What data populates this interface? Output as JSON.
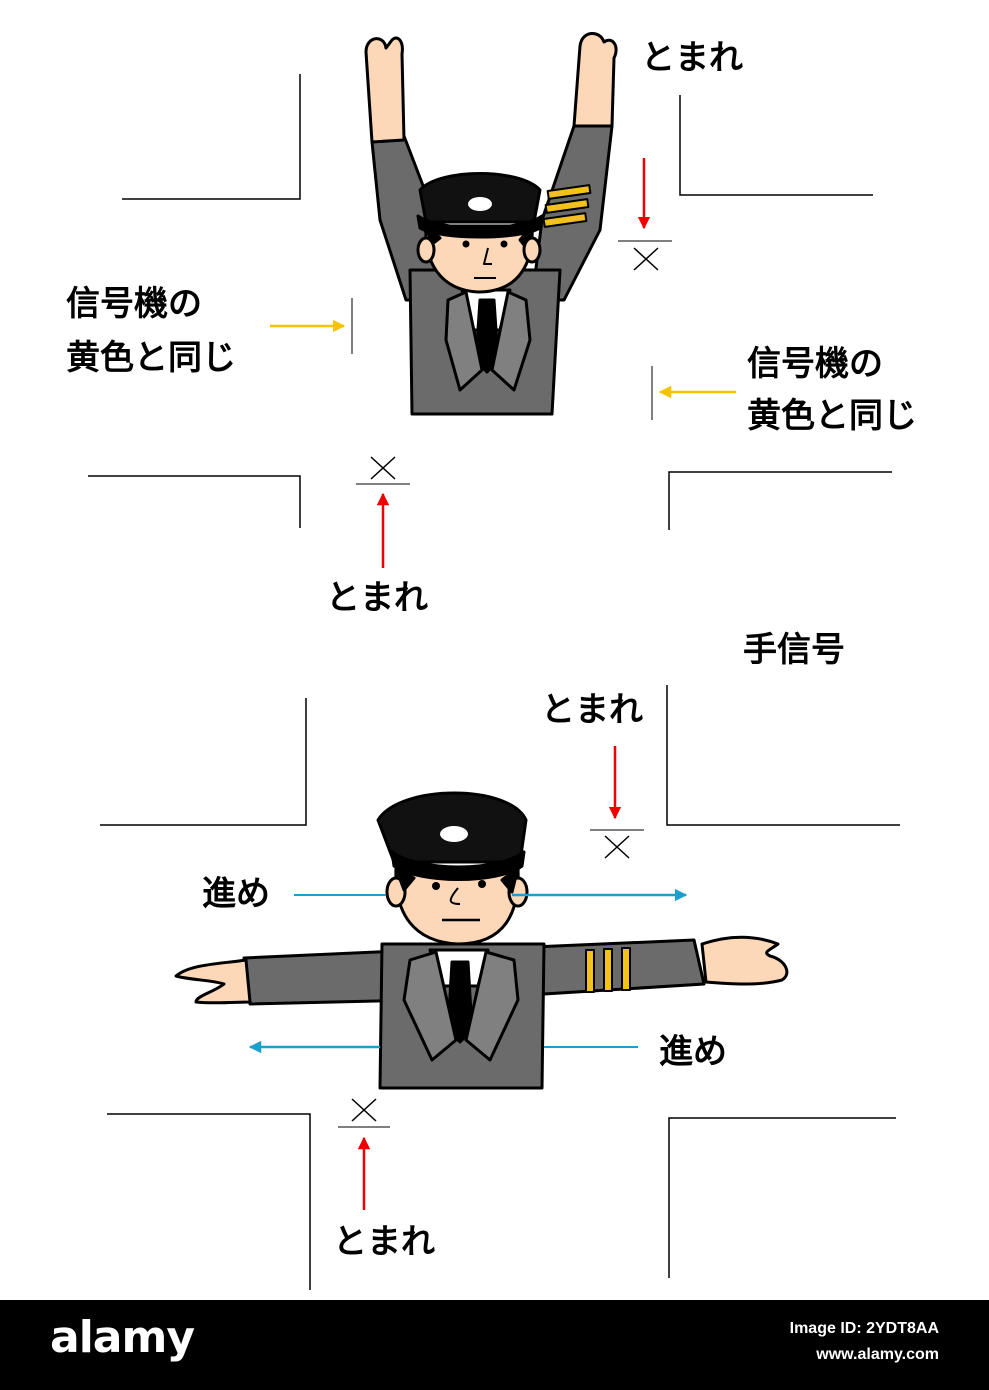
{
  "labels": {
    "top_stop_right": "とまれ",
    "top_stop_bottom": "とまれ",
    "yellow_left_line1": "信号機の",
    "yellow_left_line2": "黄色と同じ",
    "yellow_right_line1": "信号機の",
    "yellow_right_line2": "黄色と同じ",
    "section_title": "手信号",
    "bottom_stop_top": "とまれ",
    "bottom_stop_bottom": "とまれ",
    "go_left": "進め",
    "go_right": "進め"
  },
  "colors": {
    "stop_arrow": "#ee0000",
    "yellow_arrow": "#f5c300",
    "go_arrow": "#1a9fcf",
    "uniform": "#6b6b6b",
    "skin": "#fcd7b8",
    "stripe": "#f2c21a"
  },
  "footer": {
    "logo": "alamy",
    "image_id": "Image ID: 2YDT8AA",
    "site": "www.alamy.com"
  }
}
